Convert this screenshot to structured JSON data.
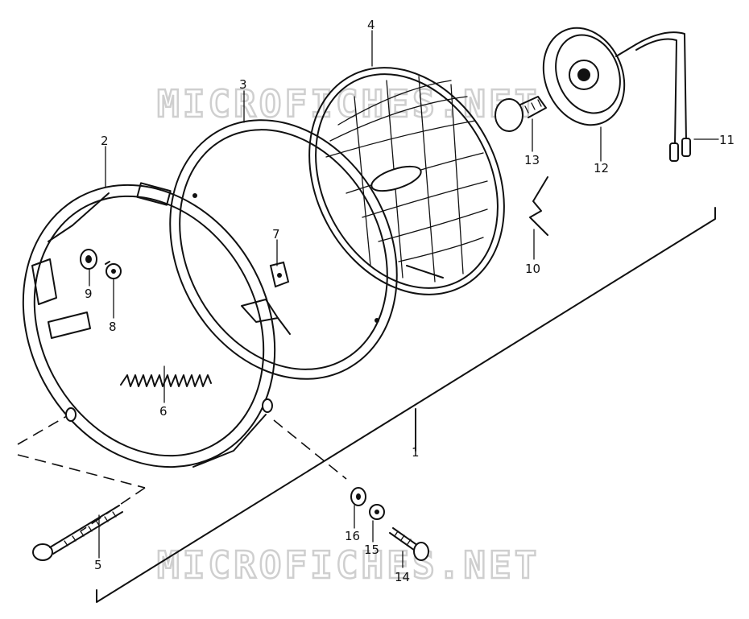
{
  "watermarks": [
    "MICROFICHES.NET",
    "MICROFICHES.NET"
  ],
  "labels": {
    "1": "1",
    "2": "2",
    "3": "3",
    "4": "4",
    "5": "5",
    "6": "6",
    "7": "7",
    "8": "8",
    "9": "9",
    "10": "10",
    "11": "11",
    "12": "12",
    "13": "13",
    "14": "14",
    "15": "15",
    "16": "16"
  }
}
